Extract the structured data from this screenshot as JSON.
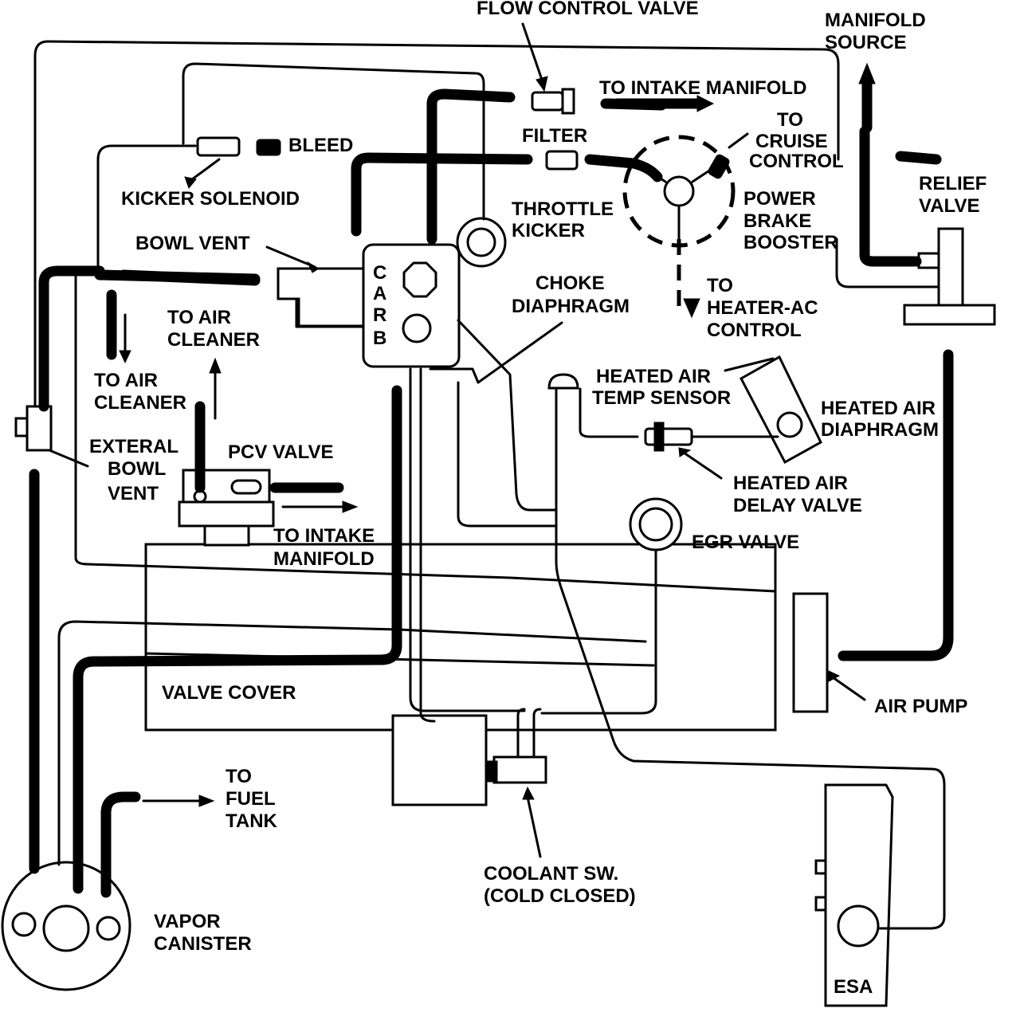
{
  "labels": {
    "flow_control_valve": "FLOW CONTROL VALVE",
    "manifold_source_1": "MANIFOLD",
    "manifold_source_2": "SOURCE",
    "to_intake_manifold_top": "TO INTAKE MANIFOLD",
    "filter": "FILTER",
    "to_cruise_1": "TO",
    "to_cruise_2": "CRUISE",
    "to_cruise_3": "CONTROL",
    "bleed": "BLEED",
    "relief_valve_1": "RELIEF",
    "relief_valve_2": "VALVE",
    "kicker_solenoid": "KICKER SOLENOID",
    "throttle_kicker_1": "THROTTLE",
    "throttle_kicker_2": "KICKER",
    "power_brake_1": "POWER",
    "power_brake_2": "BRAKE",
    "power_brake_3": "BOOSTER",
    "bowl_vent": "BOWL VENT",
    "carb_c": "C",
    "carb_a": "A",
    "carb_r": "R",
    "carb_b": "B",
    "choke_diaphragm_1": "CHOKE",
    "choke_diaphragm_2": "DIAPHRAGM",
    "to_heater_1": "TO",
    "to_heater_2": "HEATER-AC",
    "to_heater_3": "CONTROL",
    "to_air_cleaner_a_1": "TO AIR",
    "to_air_cleaner_a_2": "CLEANER",
    "to_air_cleaner_b_1": "TO AIR",
    "to_air_cleaner_b_2": "CLEANER",
    "heated_air_temp_1": "HEATED AIR",
    "heated_air_temp_2": "TEMP SENSOR",
    "heated_air_diaphragm_1": "HEATED AIR",
    "heated_air_diaphragm_2": "DIAPHRAGM",
    "external_bowl_vent_1": "EXTERAL",
    "external_bowl_vent_2": "BOWL",
    "external_bowl_vent_3": "VENT",
    "pcv_valve": "PCV VALVE",
    "heated_air_delay_1": "HEATED AIR",
    "heated_air_delay_2": "DELAY VALVE",
    "to_intake_manifold_pcv_1": "TO INTAKE",
    "to_intake_manifold_pcv_2": "MANIFOLD",
    "egr_valve": "EGR VALVE",
    "valve_cover": "VALVE COVER",
    "air_pump": "AIR PUMP",
    "to_fuel_tank_1": "TO",
    "to_fuel_tank_2": "FUEL",
    "to_fuel_tank_3": "TANK",
    "coolant_sw_1": "COOLANT SW.",
    "coolant_sw_2": "(COLD CLOSED)",
    "vapor_canister_1": "VAPOR",
    "vapor_canister_2": "CANISTER",
    "esa": "ESA"
  }
}
